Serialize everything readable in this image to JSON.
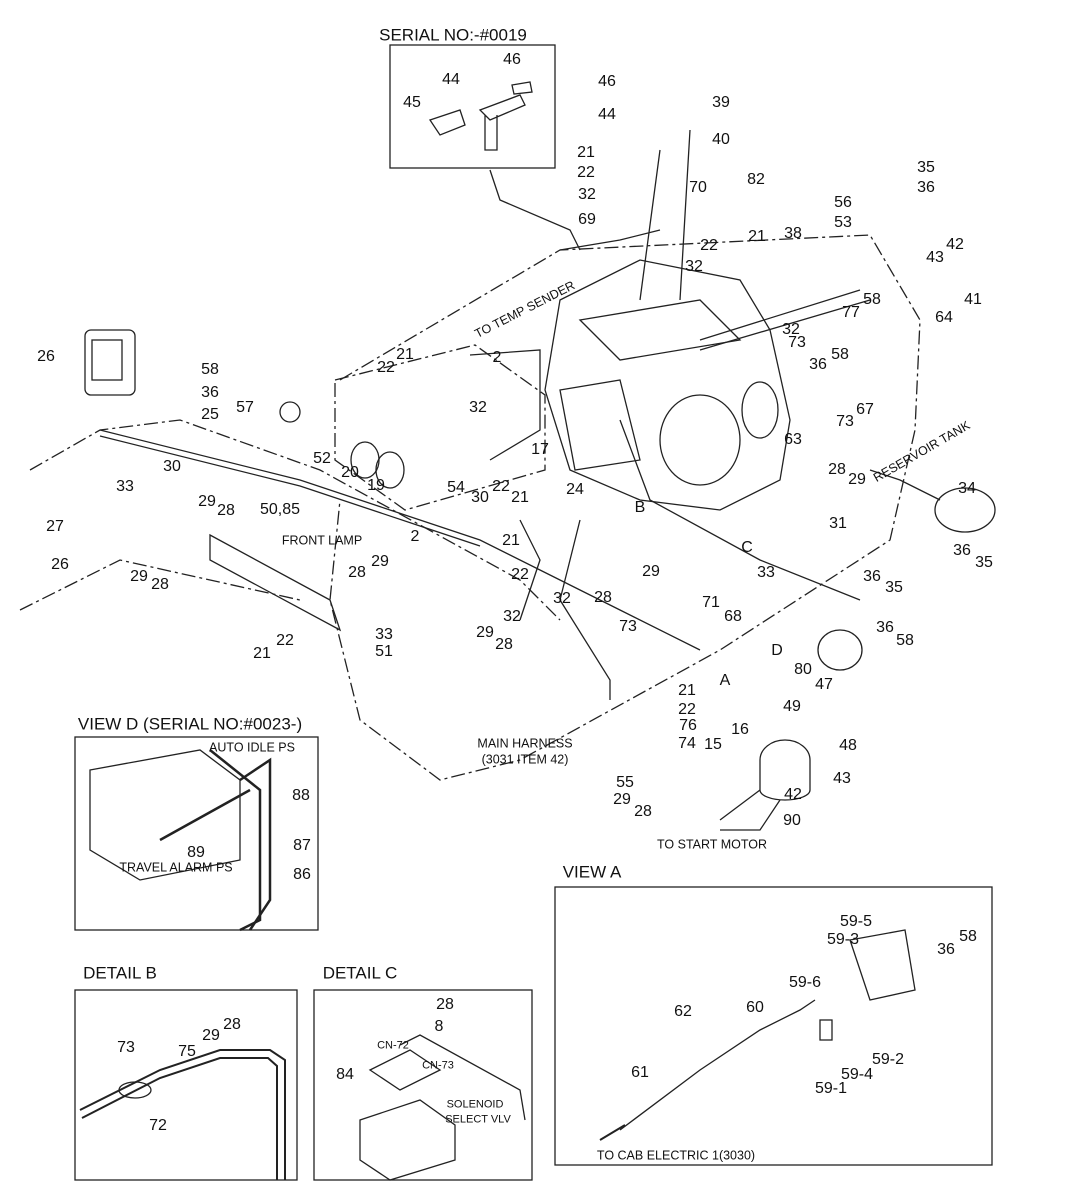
{
  "titles": {
    "serial_top": "SERIAL NO:-#0019",
    "view_d": "VIEW  D (SERIAL NO:#0023-)",
    "detail_b": "DETAIL  B",
    "detail_c": "DETAIL  C",
    "view_a": "VIEW  A"
  },
  "notes": {
    "to_temp_sender": "TO TEMP SENDER",
    "reservoir_tank": "RESERVOIR TANK",
    "front_lamp": "FRONT LAMP",
    "main_harness": "MAIN HARNESS",
    "main_harness_ref": "(3031 ITEM 42)",
    "to_start_motor": "TO START MOTOR",
    "auto_idle_ps": "AUTO IDLE PS",
    "travel_alarm_ps": "TRAVEL ALARM PS",
    "cn72": "CN-72",
    "cn73": "CN-73",
    "solenoid": "SOLENOID",
    "select_vlv": "SELECT VLV",
    "to_cab_electric": "TO CAB ELECTRIC 1(3030)"
  },
  "callouts": [
    "46",
    "44",
    "45",
    "46",
    "44",
    "39",
    "40",
    "21",
    "22",
    "32",
    "70",
    "69",
    "82",
    "35",
    "36",
    "56",
    "53",
    "42",
    "43",
    "21",
    "22",
    "38",
    "32",
    "58",
    "77",
    "41",
    "64",
    "32",
    "73",
    "2",
    "26",
    "58",
    "36",
    "25",
    "22",
    "21",
    "57",
    "32",
    "36",
    "58",
    "67",
    "73",
    "63",
    "52",
    "20",
    "19",
    "17",
    "28",
    "29",
    "30",
    "54",
    "30",
    "22",
    "21",
    "24",
    "34",
    "33",
    "29",
    "28",
    "50,85",
    "27",
    "B",
    "31",
    "C",
    "2",
    "21",
    "22",
    "36",
    "35",
    "28",
    "29",
    "32",
    "29",
    "28",
    "33",
    "36",
    "35",
    "26",
    "29",
    "28",
    "33",
    "51",
    "29",
    "28",
    "32",
    "71",
    "68",
    "73",
    "21",
    "22",
    "D",
    "80",
    "36",
    "58",
    "47",
    "A",
    "21",
    "22",
    "76",
    "74",
    "49",
    "48",
    "15",
    "16",
    "43",
    "42",
    "55",
    "29",
    "28",
    "90",
    "88",
    "87",
    "86",
    "89",
    "73",
    "29",
    "28",
    "75",
    "72",
    "28",
    "8",
    "84",
    "59-5",
    "59-3",
    "36",
    "58",
    "59-6",
    "60",
    "62",
    "61",
    "59-4",
    "59-1",
    "59-2"
  ]
}
